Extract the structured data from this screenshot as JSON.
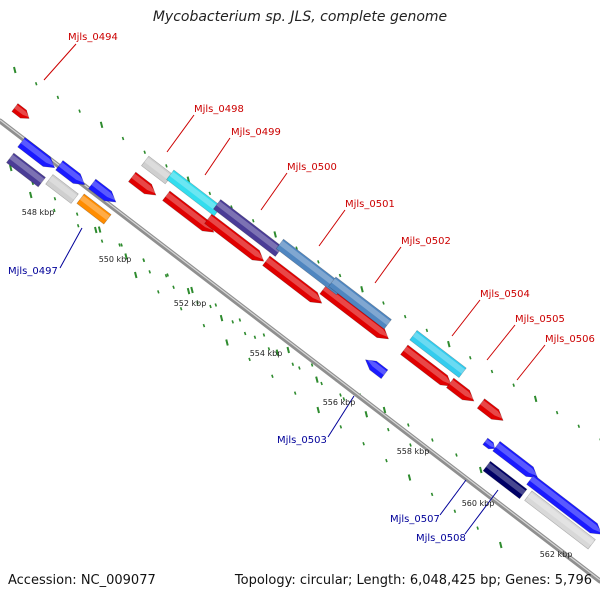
{
  "title": "Mycobacterium sp. JLS, complete genome",
  "footer": {
    "accession": "Accession: NC_009077",
    "summary": "Topology: circular; Length: 6,048,425 bp; Genes: 5,796"
  },
  "colors": {
    "forward_strand_label": "#cc0000",
    "reverse_strand_label": "#000099",
    "backbone": "#9a9a9a",
    "ticks": "#2e8b2e"
  },
  "ticks": [
    {
      "label": "548 kbp"
    },
    {
      "label": "550 kbp"
    },
    {
      "label": "552 kbp"
    },
    {
      "label": "554 kbp"
    },
    {
      "label": "556 kbp"
    },
    {
      "label": "558 kbp"
    },
    {
      "label": "560 kbp"
    },
    {
      "label": "562 kbp"
    }
  ],
  "gene_labels": [
    {
      "name": "Mjls_0494",
      "strand": "forward"
    },
    {
      "name": "Mjls_0497",
      "strand": "reverse"
    },
    {
      "name": "Mjls_0498",
      "strand": "forward"
    },
    {
      "name": "Mjls_0499",
      "strand": "forward"
    },
    {
      "name": "Mjls_0500",
      "strand": "forward"
    },
    {
      "name": "Mjls_0501",
      "strand": "forward"
    },
    {
      "name": "Mjls_0502",
      "strand": "forward"
    },
    {
      "name": "Mjls_0503",
      "strand": "reverse"
    },
    {
      "name": "Mjls_0504",
      "strand": "forward"
    },
    {
      "name": "Mjls_0505",
      "strand": "forward"
    },
    {
      "name": "Mjls_0506",
      "strand": "forward"
    },
    {
      "name": "Mjls_0507",
      "strand": "reverse"
    },
    {
      "name": "Mjls_0508",
      "strand": "reverse"
    }
  ]
}
